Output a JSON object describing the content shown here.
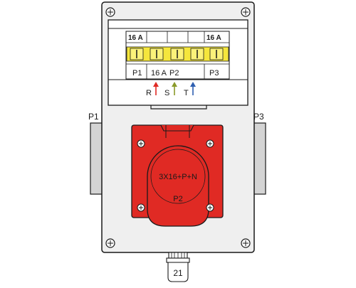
{
  "breakers": {
    "left_rating": "16 A",
    "right_rating": "16 A",
    "middle_rating": "16 A",
    "labels": {
      "p1": "P1",
      "p2": "P2",
      "p3": "P3"
    }
  },
  "phases": {
    "r": "R",
    "s": "S",
    "t": "T"
  },
  "side_labels": {
    "left": "P1",
    "right": "P3"
  },
  "socket": {
    "spec": "3X16+P+N",
    "label": "P2"
  },
  "gland": {
    "number": "21"
  },
  "colors": {
    "enclosure": "#efefef",
    "outline": "#1a1a1a",
    "breaker_handle": "#f5e63c",
    "socket_red": "#e02a24",
    "phase_r": "#e02a24",
    "phase_s": "#8a9a2a",
    "phase_t": "#2e5fb0",
    "side_clamp": "#d4d4d4"
  }
}
